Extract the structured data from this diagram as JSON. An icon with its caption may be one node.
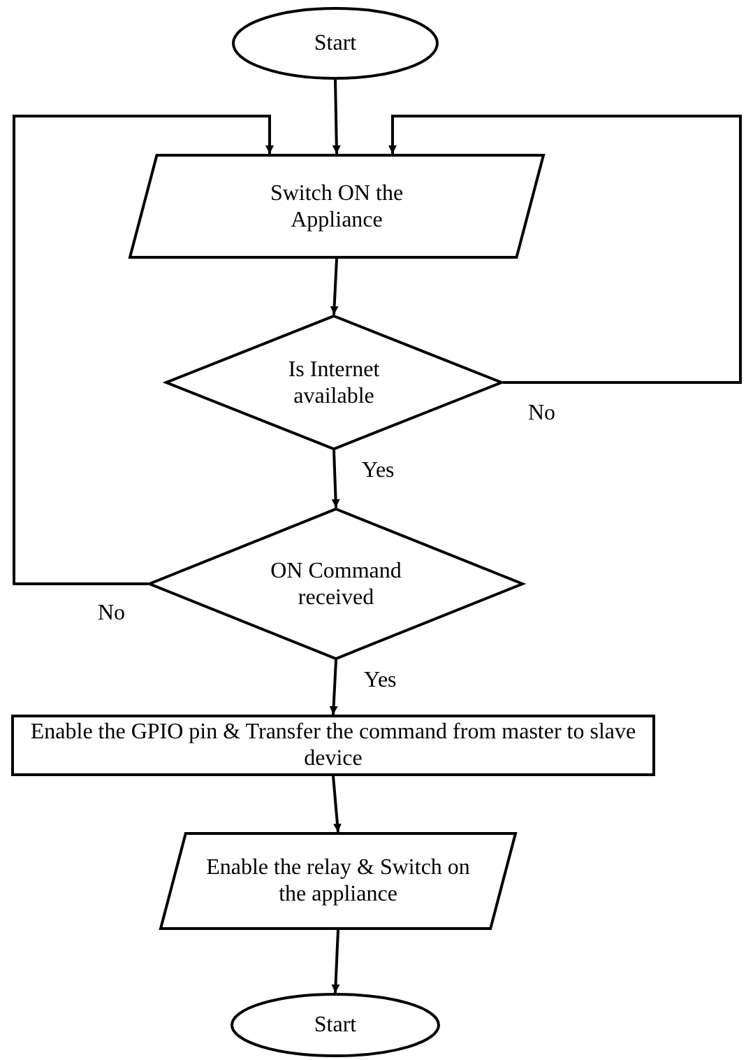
{
  "diagram": {
    "nodes": [
      {
        "text": [
          "Start"
        ]
      },
      {
        "text": [
          "Switch ON the Appliance"
        ]
      },
      {
        "text": [
          "Is Internet available"
        ]
      },
      {
        "text": [
          "ON Command received"
        ]
      },
      {
        "text": [
          "Enable the GPIO pin & Transfer the command from master to slave device"
        ]
      },
      {
        "text": [
          "Enable the relay & Switch on the appliance"
        ]
      },
      {
        "text": [
          "Start"
        ]
      }
    ],
    "edges": [
      {
        "from": 0,
        "to": 1,
        "arrow": "to"
      },
      {
        "from": 1,
        "to": 2,
        "arrow": "to"
      },
      {
        "from": 2,
        "to": 3,
        "arrow": "to",
        "label": "Yes"
      },
      {
        "from": 2,
        "to": 1,
        "arrow": "to",
        "label": "No"
      },
      {
        "from": 3,
        "to": 1,
        "arrow": "to",
        "label": "No"
      },
      {
        "from": 3,
        "to": 4,
        "arrow": "to",
        "label": "Yes"
      },
      {
        "from": 4,
        "to": 5,
        "arrow": "to"
      },
      {
        "from": 5,
        "to": 6,
        "arrow": "to"
      }
    ]
  }
}
